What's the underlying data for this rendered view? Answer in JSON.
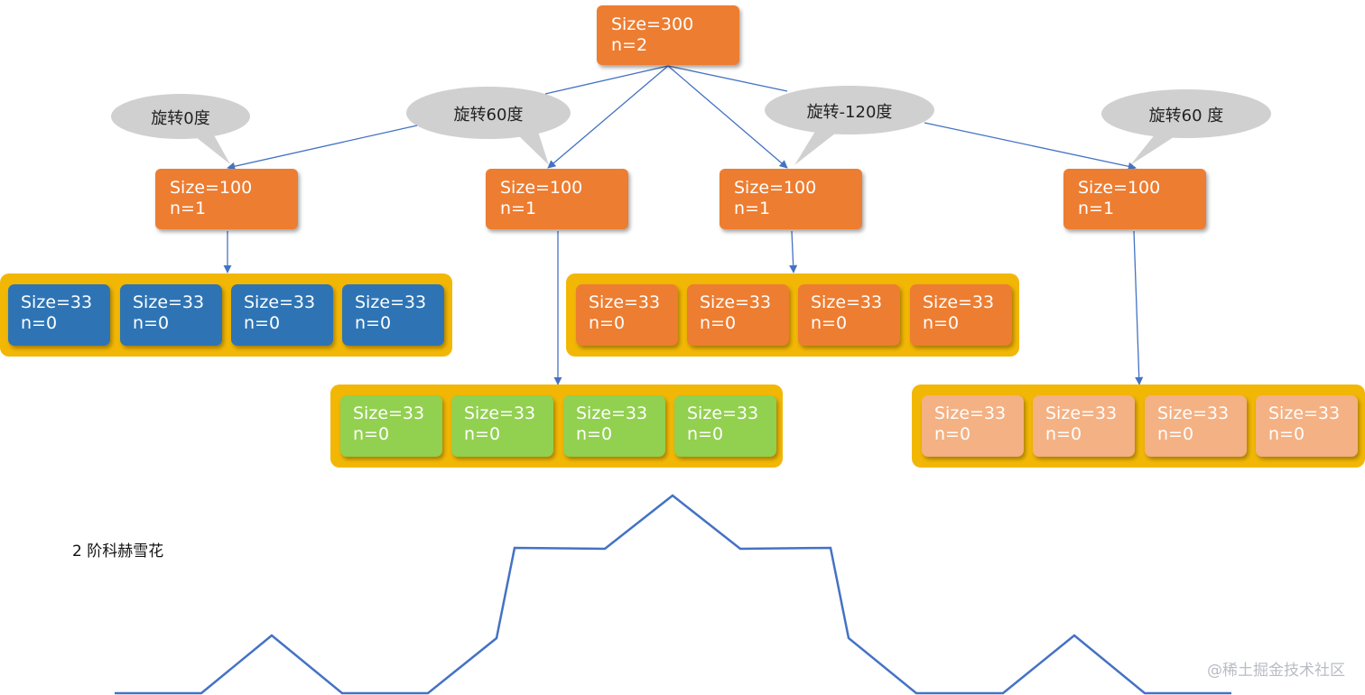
{
  "colors": {
    "orange": "#ed7d31",
    "blue": "#2e74b5",
    "green": "#92d050",
    "peach": "#f4b183",
    "yellow_group": "#f2b705",
    "edge": "#4472c4",
    "bubble": "#d0d0d0"
  },
  "root": {
    "size": "Size=300",
    "n": "n=2"
  },
  "children": [
    {
      "size": "Size=100",
      "n": "n=1",
      "rotation": "旋转0度"
    },
    {
      "size": "Size=100",
      "n": "n=1",
      "rotation": "旋转60度"
    },
    {
      "size": "Size=100",
      "n": "n=1",
      "rotation": "旋转-120度"
    },
    {
      "size": "Size=100",
      "n": "n=1",
      "rotation": "旋转60 度"
    }
  ],
  "leaf_groups": [
    {
      "color": "blue",
      "leaves": [
        {
          "size": "Size=33",
          "n": "n=0"
        },
        {
          "size": "Size=33",
          "n": "n=0"
        },
        {
          "size": "Size=33",
          "n": "n=0"
        },
        {
          "size": "Size=33",
          "n": "n=0"
        }
      ]
    },
    {
      "color": "green",
      "leaves": [
        {
          "size": "Size=33",
          "n": "n=0"
        },
        {
          "size": "Size=33",
          "n": "n=0"
        },
        {
          "size": "Size=33",
          "n": "n=0"
        },
        {
          "size": "Size=33",
          "n": "n=0"
        }
      ]
    },
    {
      "color": "orange",
      "leaves": [
        {
          "size": "Size=33",
          "n": "n=0"
        },
        {
          "size": "Size=33",
          "n": "n=0"
        },
        {
          "size": "Size=33",
          "n": "n=0"
        },
        {
          "size": "Size=33",
          "n": "n=0"
        }
      ]
    },
    {
      "color": "peach",
      "leaves": [
        {
          "size": "Size=33",
          "n": "n=0"
        },
        {
          "size": "Size=33",
          "n": "n=0"
        },
        {
          "size": "Size=33",
          "n": "n=0"
        },
        {
          "size": "Size=33",
          "n": "n=0"
        }
      ]
    }
  ],
  "caption": "2 阶科赫雪花",
  "watermark": "@稀土掘金技术社区"
}
